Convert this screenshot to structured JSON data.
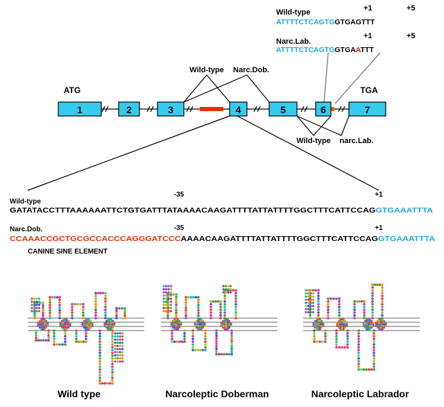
{
  "colors": {
    "exon_fill": "#33ccee",
    "insertion": "#dd3300",
    "exon_sequence": "#1ea8e0",
    "mutation": "#ee1111",
    "text": "#000000"
  },
  "gene": {
    "start_codon": "ATG",
    "stop_codon": "TGA",
    "exons": [
      "1",
      "2",
      "3",
      "4",
      "5",
      "6",
      "7"
    ],
    "callouts": {
      "wild_type_top": "Wild-type",
      "narc_dob": "Narc.Dob.",
      "wild_type_bottom": "Wild-type",
      "narc_lab": "narc.Lab."
    }
  },
  "exon6_inset": {
    "wild_type": {
      "label": "Wild-type",
      "pos1": "+1",
      "pos5": "+5",
      "exon_part": "ATTTTCTCAGTG",
      "intron_part": "GTGAGTTT"
    },
    "narc_lab": {
      "label": "Narc.Lab.",
      "pos1": "+1",
      "pos5": "+5",
      "exon_part": "ATTTTCTCAGTG",
      "intron_before": "GTGA",
      "mutated_base": "A",
      "intron_after": "TTT"
    }
  },
  "sequence_panel": {
    "wild_type": {
      "label": "Wild-type",
      "pos_minus35": "-35",
      "pos_plus1": "+1",
      "intron_seq": "GATATACCTTTAAAAAATTCTGTGATTTATAAAACAAGATTTTATTATTTTGGCTTTCATTCCAG",
      "exon_seq": "GTGAAATTTA"
    },
    "narc_dob": {
      "label": "Narc.Dob.",
      "pos_minus35": "-35",
      "pos_plus1": "+1",
      "sine_seq": "CCAAACCGCTGCGCCACCCAGGGATCCC",
      "intron_seq": "AAAACAAGATTTTATTATTTTGGCTTTCATTCCAG",
      "exon_seq": "GTGAAATTTA",
      "sine_label": "CANINE SINE ELEMENT"
    }
  },
  "structures": [
    {
      "label": "Wild type"
    },
    {
      "label": "Narcoleptic Doberman"
    },
    {
      "label": "Narcoleptic Labrador"
    }
  ]
}
